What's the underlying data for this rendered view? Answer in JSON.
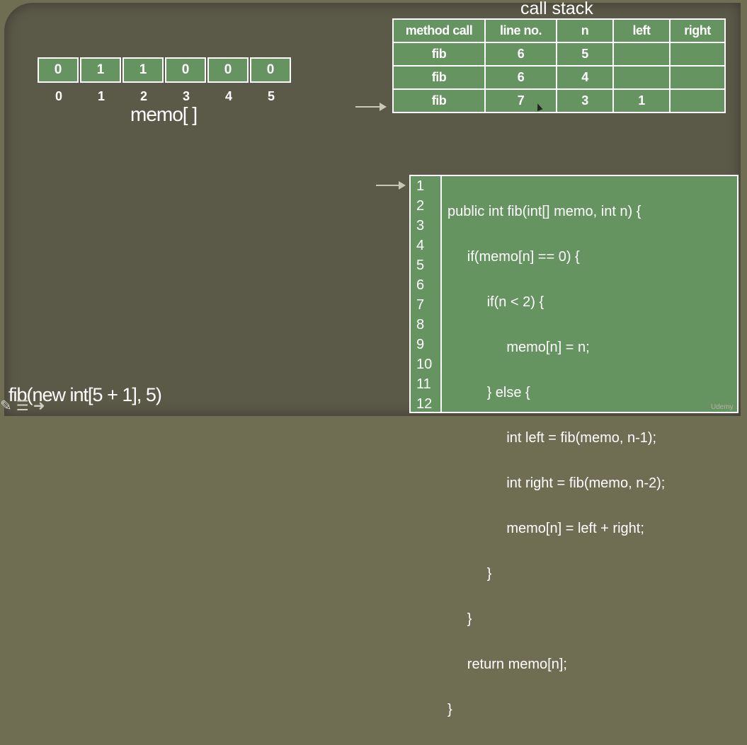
{
  "memo": {
    "values": [
      "0",
      "1",
      "1",
      "0",
      "0",
      "0"
    ],
    "indices": [
      "0",
      "1",
      "2",
      "3",
      "4",
      "5"
    ],
    "label": "memo[ ]"
  },
  "call_stack": {
    "title": "call stack",
    "headers": [
      "method call",
      "line no.",
      "n",
      "left",
      "right"
    ],
    "rows": [
      [
        "fib",
        "6",
        "5",
        "",
        ""
      ],
      [
        "fib",
        "6",
        "4",
        "",
        ""
      ],
      [
        "fib",
        "7",
        "3",
        "1",
        ""
      ]
    ]
  },
  "code": {
    "line_numbers": [
      "1",
      "2",
      "3",
      "4",
      "5",
      "6",
      "7",
      "8",
      "9",
      "10",
      "11",
      "12"
    ],
    "lines": [
      "public int fib(int[] memo, int n) {",
      "     if(memo[n] == 0) {",
      "          if(n < 2) {",
      "               memo[n] = n;",
      "          } else {",
      "               int left = fib(memo, n-1);",
      "               int right = fib(memo, n-2);",
      "               memo[n] = left + right;",
      "          }",
      "     }",
      "     return memo[n];",
      "}"
    ]
  },
  "call_expression": "fib(new int[5 + 1], 5)",
  "watermark": "Udemy",
  "toolbar_icons": [
    "pencil-icon",
    "menu-icon",
    "next-arrow-icon"
  ]
}
